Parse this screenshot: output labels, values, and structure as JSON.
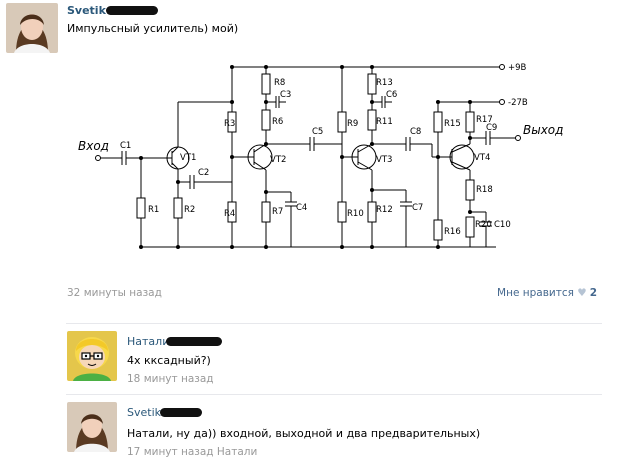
{
  "post": {
    "author": "Svetik",
    "text": "Импульсный усилитель) мой)",
    "time": "32 минуты назад",
    "like_label": "Мне нравится",
    "like_count": "2"
  },
  "schematic": {
    "input_label": "Вход",
    "output_label": "Выход",
    "v_plus": "+9В",
    "v_minus": "-27В",
    "parts": [
      "C1",
      "R1",
      "R2",
      "VT1",
      "C2",
      "R3",
      "R4",
      "R8",
      "C3",
      "R6",
      "R7",
      "C4",
      "VT2",
      "C5",
      "R9",
      "R10",
      "R13",
      "C6",
      "R11",
      "R12",
      "C7",
      "VT3",
      "C8",
      "R15",
      "R16",
      "R17",
      "C9",
      "R18",
      "R20",
      "C10",
      "VT4"
    ]
  },
  "comments": [
    {
      "author": "Натали",
      "text": "4х кксадный?)",
      "time": "18 минут назад"
    },
    {
      "author": "Svetik",
      "text": "Натали, ну да)) входной, выходной и два предварительных)",
      "time": "17 минут назад Натали"
    }
  ],
  "colors": {
    "link": "#2b587a",
    "meta": "#999999",
    "divider": "#e7e8ec",
    "like": "#45688e"
  }
}
